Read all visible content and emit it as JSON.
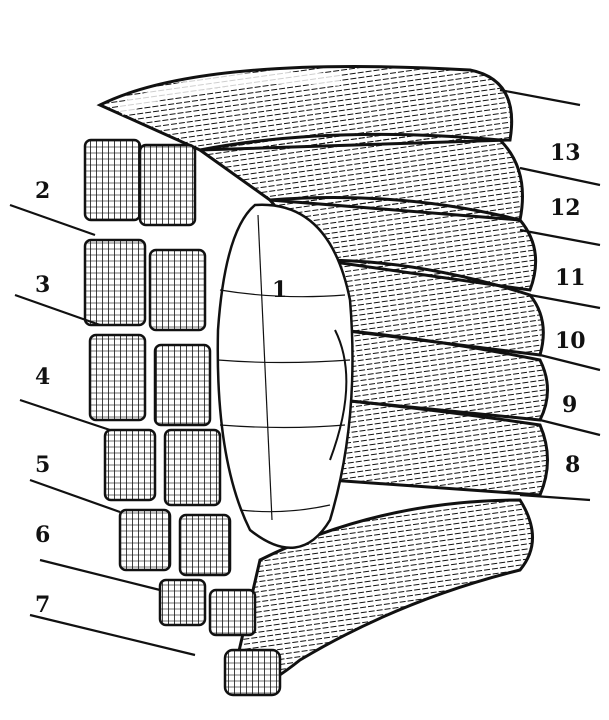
{
  "labels": {
    "l1": "1",
    "l2": "2",
    "l3": "3",
    "l4": "4",
    "l5": "5",
    "l6": "6",
    "l7": "7",
    "l8": "8",
    "l9": "9",
    "l10": "10",
    "l11": "11",
    "l12": "12",
    "l13": "13"
  },
  "colors": {
    "ink": "#111111",
    "paper": "#ffffff"
  }
}
